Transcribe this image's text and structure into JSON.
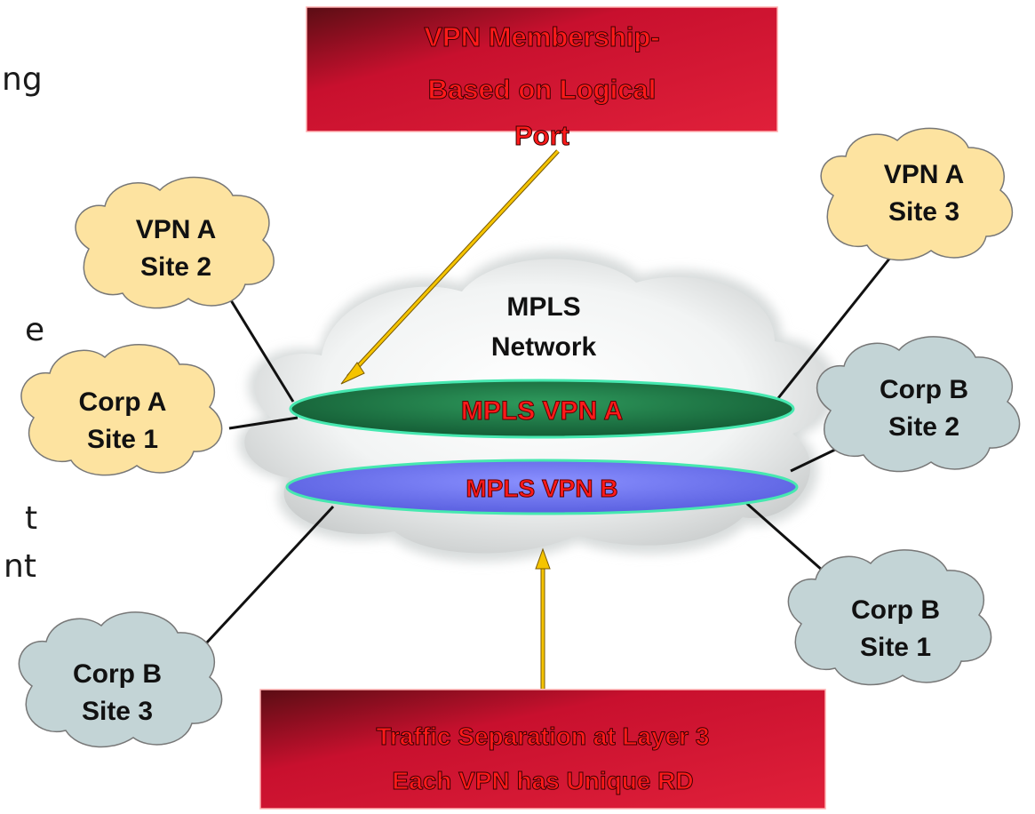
{
  "left_text_fragments": [
    "ng",
    "e",
    "t",
    "nt"
  ],
  "callouts": {
    "membership": {
      "lines": [
        "VPN Membership-",
        "Based on Logical",
        "Port"
      ]
    },
    "separation": {
      "lines": [
        "Traffic Separation at Layer 3",
        "Each VPN has Unique RD"
      ]
    }
  },
  "network": {
    "label_lines": [
      "MPLS",
      "Network"
    ],
    "vpn_a": "MPLS VPN A",
    "vpn_b": "MPLS VPN B"
  },
  "sites": {
    "vpn_a_site2": [
      "VPN A",
      "Site 2"
    ],
    "vpn_a_site3": [
      "VPN A",
      "Site 3"
    ],
    "corp_a_site1": [
      "Corp A",
      "Site 1"
    ],
    "corp_b_site2": [
      "Corp B",
      "Site 2"
    ],
    "corp_b_site1": [
      "Corp B",
      "Site 1"
    ],
    "corp_b_site3": [
      "Corp B",
      "Site 3"
    ]
  },
  "colors": {
    "callout_red": "#c8102e",
    "callout_text": "#ff1a1a",
    "yellow_cloud": "#fde3a0",
    "gray_cloud": "#c3d4d6",
    "vpn_a_fill": "#1f7a4a",
    "vpn_b_fill": "#6b72f0",
    "ellipse_border": "#46e8b0",
    "arrow_yellow": "#f5c400"
  }
}
